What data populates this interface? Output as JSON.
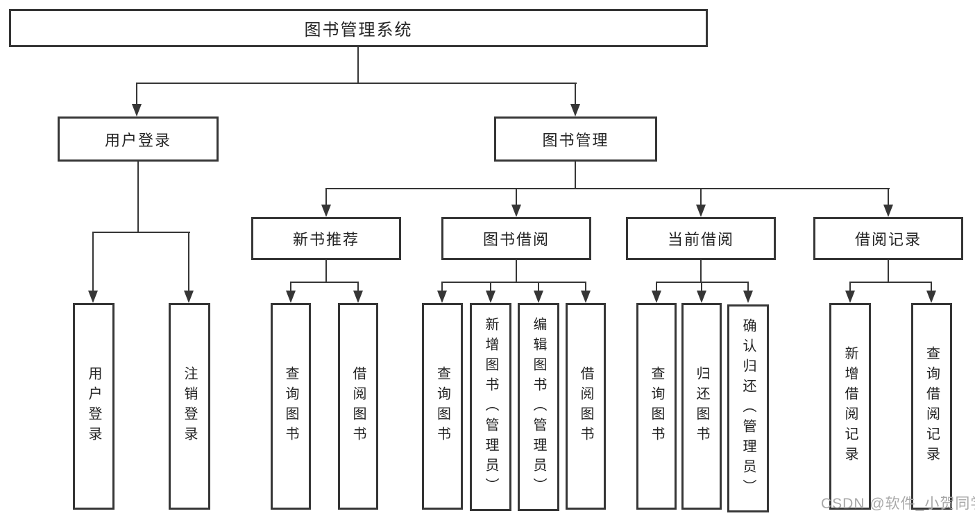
{
  "tree": {
    "root": "图书管理系统",
    "login": {
      "label": "用户登录",
      "children": {
        "user_login": "用户登录",
        "logout": "注销登录"
      }
    },
    "management": {
      "label": "图书管理",
      "new_books": {
        "label": "新书推荐",
        "children": {
          "query_book": "查询图书",
          "borrow_book": "借阅图书"
        }
      },
      "borrowing": {
        "label": "图书借阅",
        "children": {
          "query_book": "查询图书",
          "add_book_admin": "新增图书（管理员）",
          "edit_book_admin": "编辑图书（管理员）",
          "borrow_book": "借阅图书"
        }
      },
      "current": {
        "label": "当前借阅",
        "children": {
          "query_book": "查询图书",
          "return_book": "归还图书",
          "confirm_return_admin": "确认归还（管理员）"
        }
      },
      "records": {
        "label": "借阅记录",
        "children": {
          "add_record": "新增借阅记录",
          "query_record": "查询借阅记录"
        }
      }
    }
  },
  "watermark": "CSDN @软件_小贺同学",
  "colors": {
    "line": "#363636",
    "text": "#242424",
    "watermark": "#a8a8a8",
    "background": "#ffffff"
  }
}
